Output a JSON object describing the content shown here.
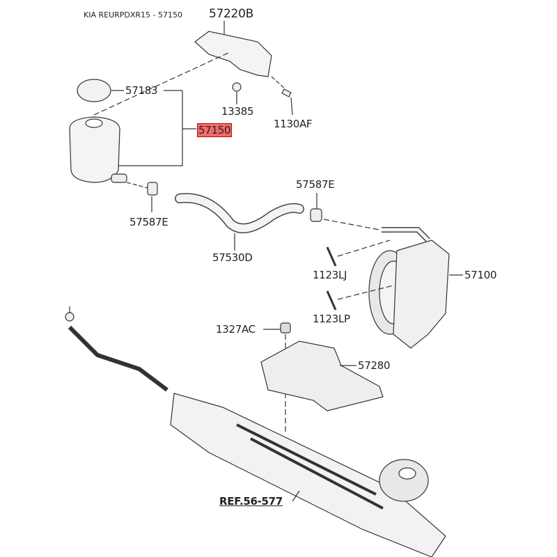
{
  "title": "KIA REURPDXR15 - 57150",
  "highlight_color": "#f46a6a",
  "parts": [
    {
      "id": "57220B"
    },
    {
      "id": "57183"
    },
    {
      "id": "13385"
    },
    {
      "id": "1130AF"
    },
    {
      "id": "57150",
      "highlighted": true
    },
    {
      "id": "57587E"
    },
    {
      "id": "57587E"
    },
    {
      "id": "57530D"
    },
    {
      "id": "1123LJ"
    },
    {
      "id": "57100"
    },
    {
      "id": "1123LP"
    },
    {
      "id": "1327AC"
    },
    {
      "id": "57280"
    }
  ],
  "reference": "REF.56-577"
}
